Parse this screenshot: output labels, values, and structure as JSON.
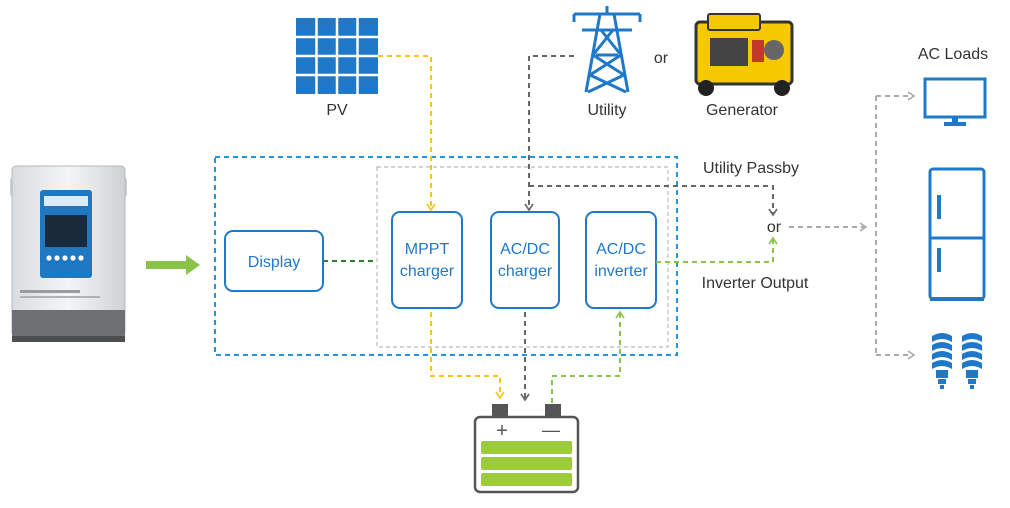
{
  "sources": {
    "pv": "PV",
    "utility": "Utility",
    "or_top": "or",
    "generator": "Generator"
  },
  "loads": {
    "title": "AC Loads"
  },
  "modules": {
    "display": "Display",
    "mppt_line1": "MPPT",
    "mppt_line2": "charger",
    "acdc_charger_line1": "AC/DC",
    "acdc_charger_line2": "charger",
    "acdc_inverter_line1": "AC/DC",
    "acdc_inverter_line2": "inverter"
  },
  "paths": {
    "utility_passby": "Utility Passby",
    "or_mid": "or",
    "inverter_output": "Inverter Output"
  },
  "battery": {
    "plus": "+",
    "minus": "—"
  },
  "colors": {
    "blue_frame": "#2196d8",
    "module_blue": "#1f78c8",
    "pv_line": "#f5c518",
    "utility_line": "#666666",
    "output_green": "#8bc34a",
    "load_arrow": "#aaaaaa",
    "battery_green": "#9ccc3c"
  }
}
